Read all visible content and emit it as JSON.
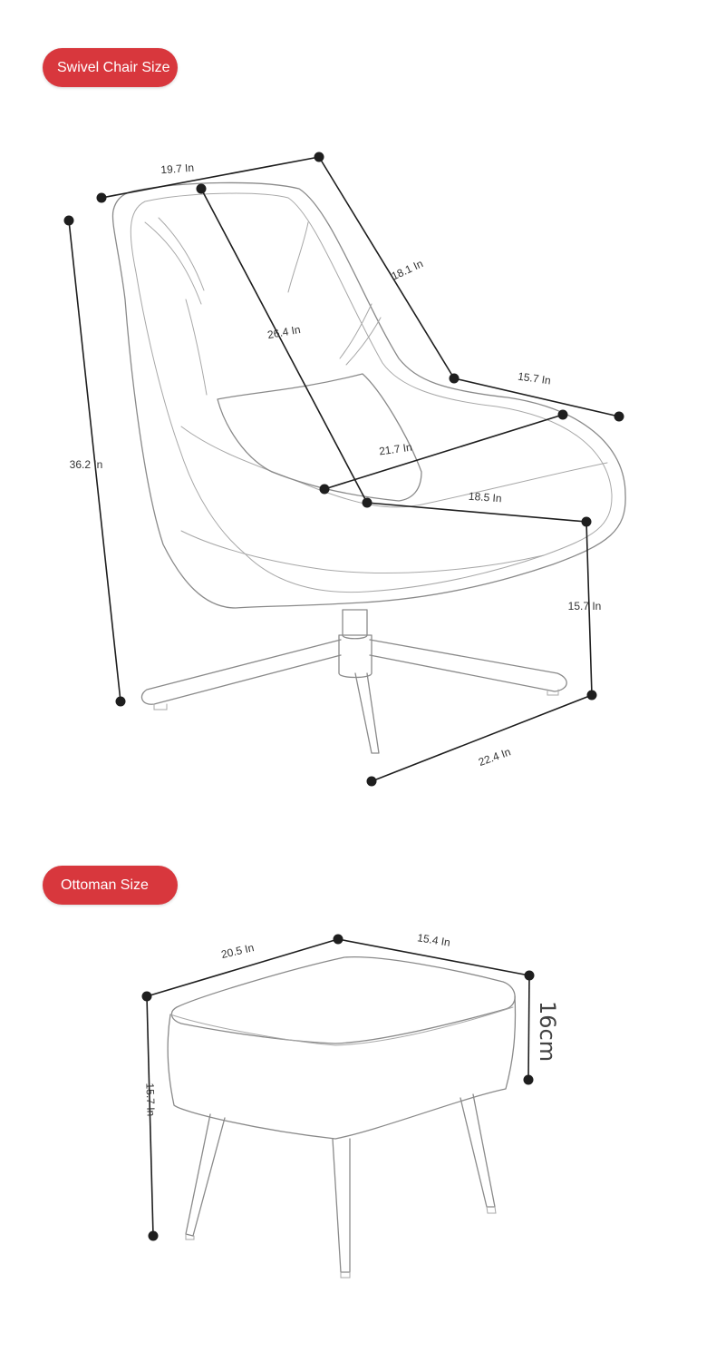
{
  "sections": {
    "chair": {
      "title": "Swivel Chair Size"
    },
    "ottoman": {
      "title": "Ottoman Size"
    }
  },
  "dimensions": {
    "chair_back_width": "19.7 In",
    "chair_side_depth": "18.1 In",
    "chair_arm_width": "15.7 In",
    "chair_back_height": "26.4 In",
    "chair_total_height": "36.2 In",
    "chair_seat_width": "21.7 In",
    "chair_seat_depth": "18.5 In",
    "chair_seat_height": "15.7 In",
    "chair_base_width": "22.4 In",
    "ottoman_width": "20.5 In",
    "ottoman_depth": "15.4 In",
    "ottoman_height": "15.7 In",
    "ottoman_cushion": "16cm"
  },
  "colors": {
    "badge": "#d8373d",
    "dimension": "#1e1e1e",
    "outline": "#8a8a8a"
  }
}
